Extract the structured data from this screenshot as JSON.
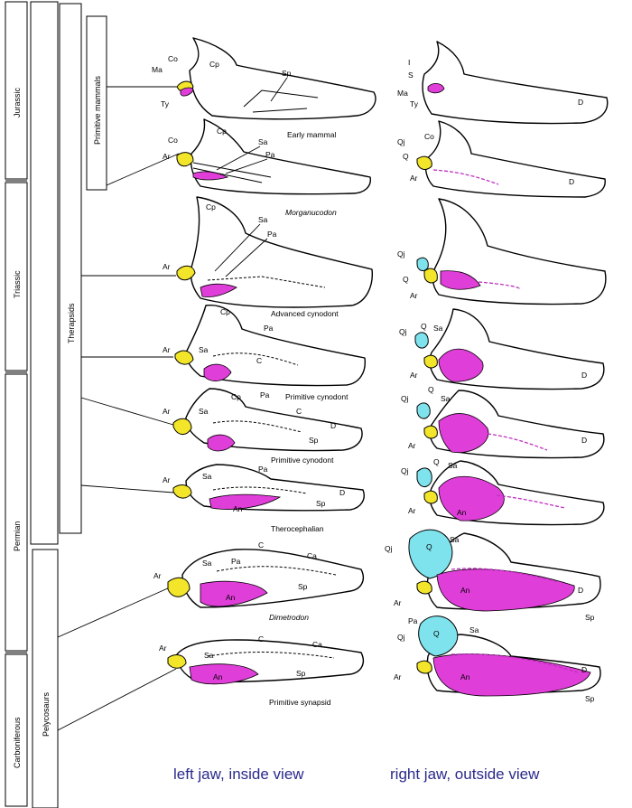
{
  "periods": [
    "Jurassic",
    "Triassic",
    "Permian",
    "Carboniferous"
  ],
  "groups": {
    "therapsids": "Therapsids",
    "primitive_mammals": "Primitive mammals",
    "pelycosaurs": "Pelycosaurs"
  },
  "captions": [
    "Early mammal",
    "Morganucodon",
    "Advanced cynodont",
    "Primitive cynodont",
    "Primitive cynodont",
    "Therocephalian",
    "Dimetrodon",
    "Primitive synapsid"
  ],
  "bone_labels": {
    "co": "Co",
    "cp": "Cp",
    "ma": "Ma",
    "ty": "Ty",
    "sp": "Sp",
    "ar": "Ar",
    "sa": "Sa",
    "pa": "Pa",
    "c": "C",
    "d": "D",
    "an": "An",
    "ca": "Ca",
    "i": "I",
    "s": "S",
    "qj": "Qj",
    "q": "Q"
  },
  "footer": {
    "left": "left jaw, inside view",
    "right": "right jaw, outside view"
  },
  "colors": {
    "articular": "#f2e52a",
    "angular": "#e03ed9",
    "quadrate": "#7fe3ee",
    "footer_text": "#2a2a8c"
  }
}
